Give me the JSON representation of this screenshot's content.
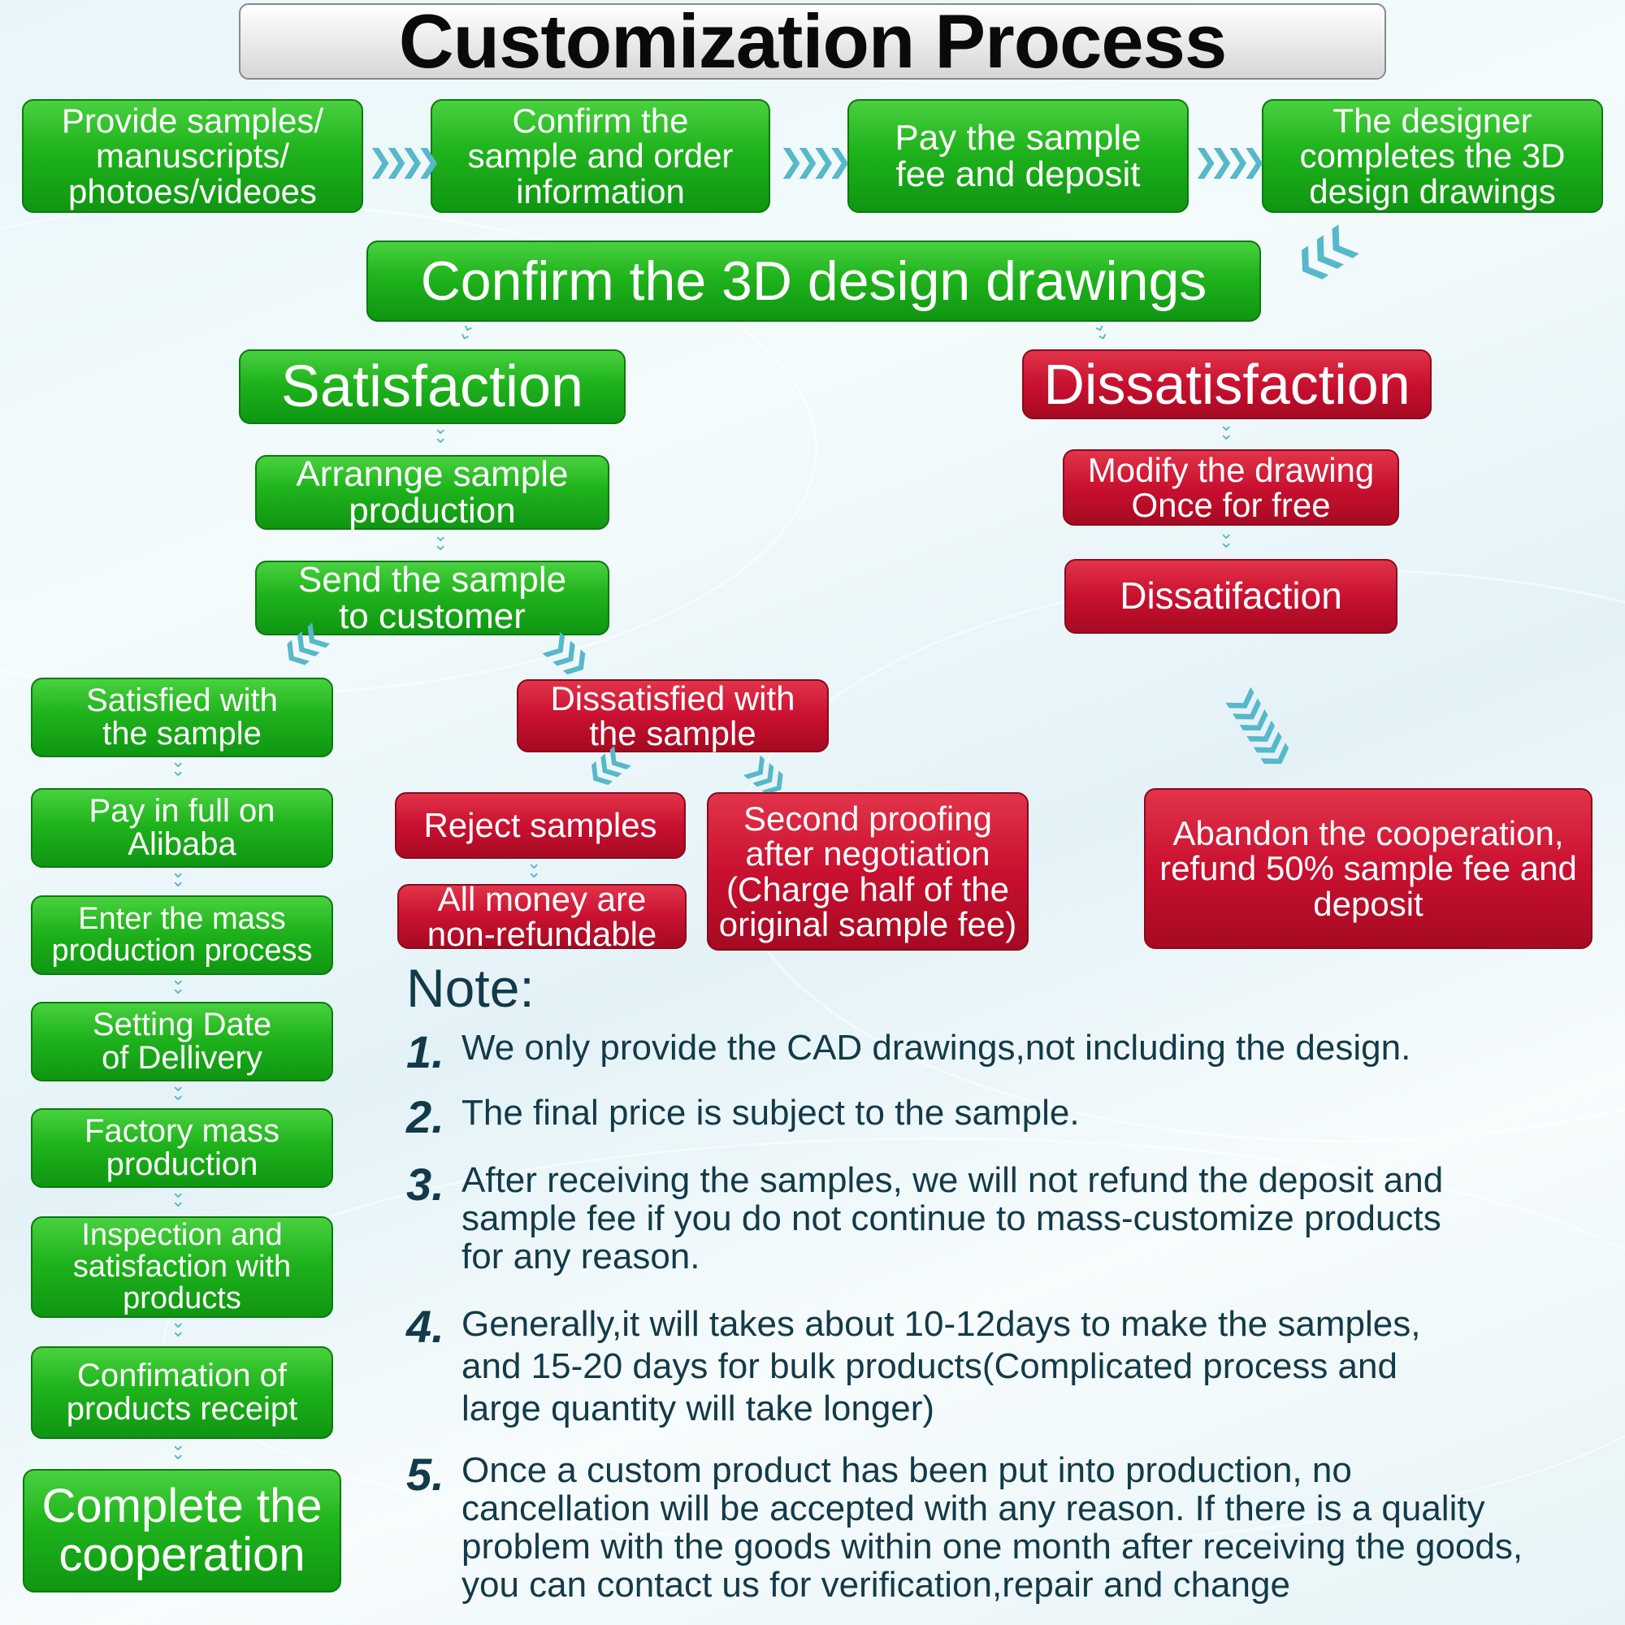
{
  "title": "Customization Process",
  "colors": {
    "green": "#1fb31c",
    "red": "#c91030",
    "arrow": "#57b8c9",
    "note_text": "#133a49"
  },
  "top_row": [
    "Provide samples/\nmanuscripts/\nphotoes/videoes",
    "Confirm the\nsample and order\ninformation",
    "Pay the sample\nfee and deposit",
    "The designer\ncompletes the 3D\ndesign drawings"
  ],
  "confirm": "Confirm the 3D design drawings",
  "satisfaction": {
    "label": "Satisfaction",
    "arrange": "Arrannge sample\nproduction",
    "send": "Send the sample\nto customer"
  },
  "dissatisfaction": {
    "label": "Dissatisfaction",
    "modify": "Modify the drawing\nOnce for free",
    "second": "Dissatifaction",
    "abandon": "Abandon the cooperation,\nrefund 50% sample fee and\ndeposit"
  },
  "satisfied_chain": [
    "Satisfied with\nthe sample",
    "Pay in full on\nAlibaba",
    "Enter the mass\nproduction process",
    "Setting Date\nof Dellivery",
    "Factory mass\nproduction",
    "Inspection and\nsatisfaction with\nproducts",
    "Confimation of\nproducts receipt",
    "Complete the\ncooperation"
  ],
  "dissatisfied_sample": {
    "label": "Dissatisfied with\nthe sample",
    "reject": "Reject samples",
    "non_refund": "All money are\nnon-refundable",
    "second_proofing": "Second proofing\nafter negotiation\n(Charge half of the\noriginal sample fee)"
  },
  "notes": {
    "heading": "Note:",
    "items": [
      {
        "num": "1.",
        "text": "We only provide the CAD drawings,not including the design."
      },
      {
        "num": "2.",
        "text": "The final price is subject to the sample."
      },
      {
        "num": "3.",
        "text": "After receiving the samples, we will not refund the deposit and\nsample fee if you do not continue to mass-customize products\nfor any reason."
      },
      {
        "num": "4.",
        "text": "Generally,it will takes about 10-12days to make the samples,\nand 15-20 days for bulk products(Complicated process and\nlarge quantity will take longer)"
      },
      {
        "num": "5.",
        "text": "Once a custom product has been put into production, no\ncancellation will be accepted with any reason. If there is a quality\nproblem with the goods within one month after receiving the goods,\nyou can contact us for verification,repair and change"
      }
    ]
  }
}
